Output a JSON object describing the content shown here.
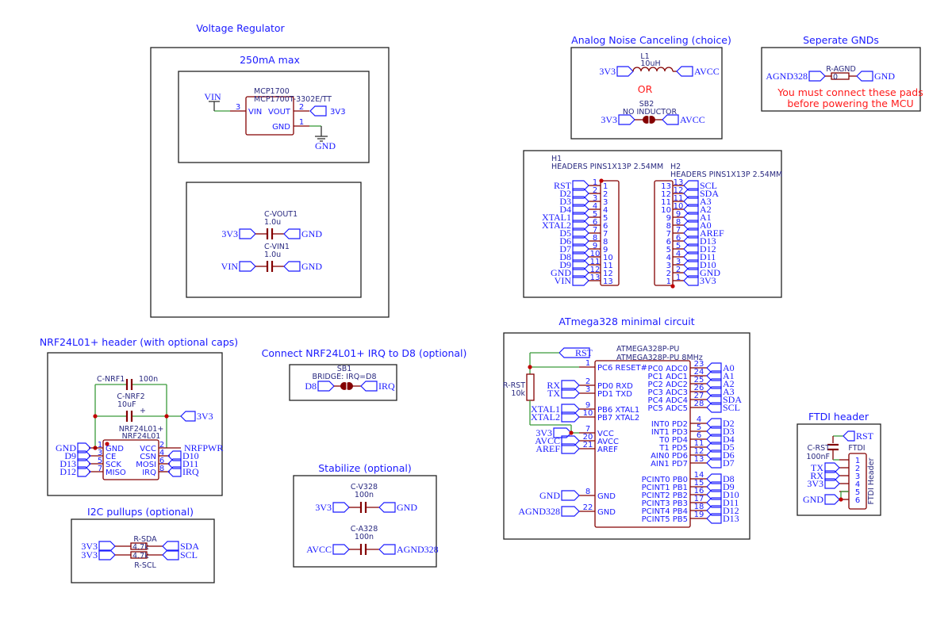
{
  "colors": {
    "label": "#1a1aff",
    "pin": "#840000",
    "wire": "#3a9a3a",
    "junction": "#c00000",
    "frame": "#222222",
    "note": "#ff1a1a"
  },
  "voltage_regulator": {
    "title": "Voltage Regulator",
    "subtitle": "250mA max",
    "u": {
      "ref": "MCP1700",
      "value": "MCP1700T-3302E/TT",
      "pins": [
        {
          "num": "3",
          "name": "VIN"
        },
        {
          "num": "2",
          "name": "VOUT"
        },
        {
          "num": "1",
          "name": "GND"
        }
      ]
    },
    "vin_power": "VIN",
    "gnd_power": "GND",
    "out_label": "3V3",
    "caps": [
      {
        "ref": "C-VOUT1",
        "value": "1.0u",
        "left": "3V3",
        "right": "GND"
      },
      {
        "ref": "C-VIN1",
        "value": "1.0u",
        "left": "VIN",
        "right": "GND"
      }
    ]
  },
  "analog": {
    "title": "Analog Noise Canceling (choice)",
    "l1": {
      "ref": "L1",
      "value": "10uH",
      "left": "3V3",
      "right": "AVCC"
    },
    "or": "OR",
    "sb2": {
      "ref": "SB2",
      "value": "NO INDUCTOR",
      "left": "3V3",
      "right": "AVCC"
    }
  },
  "gnds": {
    "title": "Seperate GNDs",
    "r": {
      "ref": "R-AGND",
      "value": "0",
      "left": "AGND328",
      "right": "GND"
    },
    "note": [
      "You must connect these pads",
      "before powering the MCU"
    ]
  },
  "headers": {
    "h1": {
      "ref": "H1",
      "value": "HEADERS  PINS1X13P 2.54MM",
      "pins": [
        "1",
        "2",
        "3",
        "4",
        "5",
        "6",
        "7",
        "8",
        "9",
        "10",
        "11",
        "12",
        "13"
      ],
      "nets": [
        "RST",
        "D2",
        "D3",
        "D4",
        "XTAL1",
        "XTAL2",
        "D5",
        "D6",
        "D7",
        "D8",
        "D9",
        "GND",
        "VIN"
      ]
    },
    "h2": {
      "ref": "H2",
      "value": "HEADERS  PINS1X13P 2.54MM",
      "pins": [
        "1",
        "2",
        "3",
        "4",
        "5",
        "6",
        "7",
        "8",
        "9",
        "10",
        "11",
        "12",
        "13"
      ],
      "nets": [
        "3V3",
        "GND",
        "D10",
        "D11",
        "D12",
        "D13",
        "AREF",
        "A0",
        "A1",
        "A2",
        "A3",
        "SDA",
        "SCL"
      ]
    }
  },
  "atmega": {
    "title": "ATmega328 minimal circuit",
    "ref": "ATMEGA328P-PU",
    "value": "ATMEGA328P-PU 8MHz",
    "r_rst": {
      "ref": "R-RST",
      "value": "10k",
      "net": "RST"
    },
    "left_pins": [
      {
        "num": "1",
        "name": "PC6 RESET#",
        "net": ""
      },
      {
        "num": "2",
        "name": "PD0 RXD",
        "net": "RX"
      },
      {
        "num": "3",
        "name": "PD1 TXD",
        "net": "TX"
      },
      {
        "num": "9",
        "name": "PB6 XTAL1",
        "net": "XTAL1"
      },
      {
        "num": "10",
        "name": "PB7 XTAL2",
        "net": "XTAL2"
      },
      {
        "num": "7",
        "name": "VCC",
        "net": "3V3"
      },
      {
        "num": "20",
        "name": "AVCC",
        "net": "AVCC"
      },
      {
        "num": "21",
        "name": "AREF",
        "net": "AREF"
      },
      {
        "num": "8",
        "name": "GND",
        "net": "GND"
      },
      {
        "num": "22",
        "name": "GND",
        "net": "AGND328"
      }
    ],
    "right_pins": [
      {
        "num": "23",
        "name": "PC0 ADC0",
        "net": "A0"
      },
      {
        "num": "24",
        "name": "PC1 ADC1",
        "net": "A1"
      },
      {
        "num": "25",
        "name": "PC2 ADC2",
        "net": "A2"
      },
      {
        "num": "26",
        "name": "PC3 ADC3",
        "net": "A3"
      },
      {
        "num": "27",
        "name": "PC4 ADC4",
        "net": "SDA"
      },
      {
        "num": "28",
        "name": "PC5 ADC5",
        "net": "SCL"
      },
      {
        "num": "4",
        "name": "INT0 PD2",
        "net": "D2"
      },
      {
        "num": "5",
        "name": "INT1 PD3",
        "net": "D3"
      },
      {
        "num": "6",
        "name": "T0 PD4",
        "net": "D4"
      },
      {
        "num": "11",
        "name": "T1 PD5",
        "net": "D5"
      },
      {
        "num": "12",
        "name": "AIN0 PD6",
        "net": "D6"
      },
      {
        "num": "13",
        "name": "AIN1 PD7",
        "net": "D7"
      },
      {
        "num": "14",
        "name": "PCINT0 PB0",
        "net": "D8"
      },
      {
        "num": "15",
        "name": "PCINT1 PB1",
        "net": "D9"
      },
      {
        "num": "16",
        "name": "PCINT2 PB2",
        "net": "D10"
      },
      {
        "num": "17",
        "name": "PCINT3 PB3",
        "net": "D11"
      },
      {
        "num": "18",
        "name": "PCINT4 PB4",
        "net": "D12"
      },
      {
        "num": "19",
        "name": "PCINT5 PB5",
        "net": "D13"
      }
    ]
  },
  "nrf": {
    "title": "NRF24L01+ header (with optional caps)",
    "c1": {
      "ref": "C-NRF1",
      "value": "100n"
    },
    "c2": {
      "ref": "C-NRF2",
      "value": "10uF",
      "polarity": "+"
    },
    "vcc_net": "3V3",
    "ref": "NRF24L01+",
    "value": "NRF24L01",
    "left_pins": [
      {
        "num": "1",
        "name": "GND",
        "net": "GND"
      },
      {
        "num": "3",
        "name": "CE",
        "net": "D9"
      },
      {
        "num": "5",
        "name": "SCK",
        "net": "D13"
      },
      {
        "num": "7",
        "name": "MISO",
        "net": "D12"
      }
    ],
    "right_pins": [
      {
        "num": "2",
        "name": "VCC",
        "net": "NRFPWR"
      },
      {
        "num": "4",
        "name": "CSN",
        "net": "D10"
      },
      {
        "num": "6",
        "name": "MOSI",
        "net": "D11"
      },
      {
        "num": "8",
        "name": "IRQ",
        "net": "IRQ"
      }
    ]
  },
  "irq": {
    "title": "Connect NRF24L01+ IRQ to D8 (optional)",
    "sb1": {
      "ref": "SB1",
      "value": "BRIDGE: IRQ=D8",
      "left": "D8",
      "right": "IRQ"
    }
  },
  "i2c": {
    "title": "I2C pullups (optional)",
    "r_sda": {
      "ref": "R-SDA",
      "value": "4.7k",
      "left": "3V3",
      "right": "SDA"
    },
    "r_scl": {
      "ref": "R-SCL",
      "value": "4.7k",
      "left": "3V3",
      "right": "SCL"
    }
  },
  "stabilize": {
    "title": "Stabilize (optional)",
    "c1": {
      "ref": "C-V328",
      "value": "100n",
      "left": "3V3",
      "right": "GND"
    },
    "c2": {
      "ref": "C-A328",
      "value": "100n",
      "left": "AVCC",
      "right": "AGND328"
    }
  },
  "ftdi": {
    "title": "FTDI header",
    "cap": {
      "ref": "C-RST",
      "value": "100nF",
      "net": "RST"
    },
    "ref": "FTDI",
    "value": "FTDI Header",
    "pins": [
      "1",
      "2",
      "3",
      "4",
      "5",
      "6"
    ],
    "nets": [
      "",
      "TX",
      "RX",
      "3V3",
      "",
      "GND"
    ]
  }
}
